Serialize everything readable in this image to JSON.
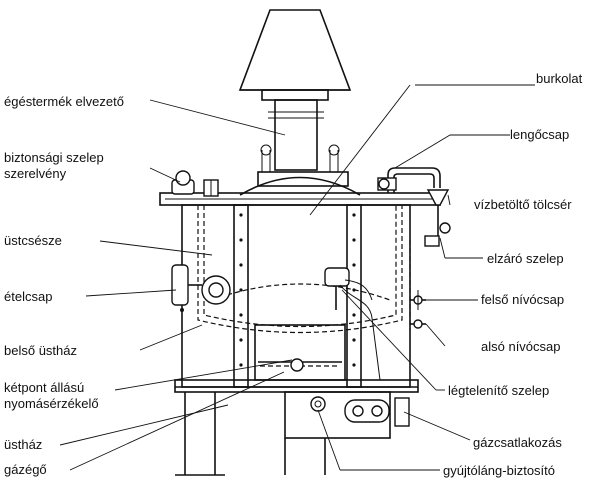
{
  "labels": {
    "burkolat": "burkolat",
    "egestermek_elvezeto": "égéstermék elvezető",
    "lengocsap": "lengőcsap",
    "biztonsagi_szelep_1": "biztonsági szelep",
    "biztonsagi_szelep_2": "szerelvény",
    "vizbetolto_tolcser": "vízbetöltő tölcsér",
    "ustcsesze": "üstcsésze",
    "elzaro_szelep": "elzáró szelep",
    "etelcsap": "ételcsap",
    "felso_nivocsap": "felső nívócsap",
    "also_nivocsap": "alsó nívócsap",
    "belso_usthaz": "belső üstház",
    "ketpont_1": "kétpont állású",
    "ketpont_2": "nyomásérzékelő",
    "legtelenito_szelep": "légtelenítő szelep",
    "usthaz": "üstház",
    "gazcsatlakozas": "gázcsatlakozás",
    "gazego": "gázégő",
    "gyujtolang_biztosito": "gyújtóláng-biztosító"
  }
}
